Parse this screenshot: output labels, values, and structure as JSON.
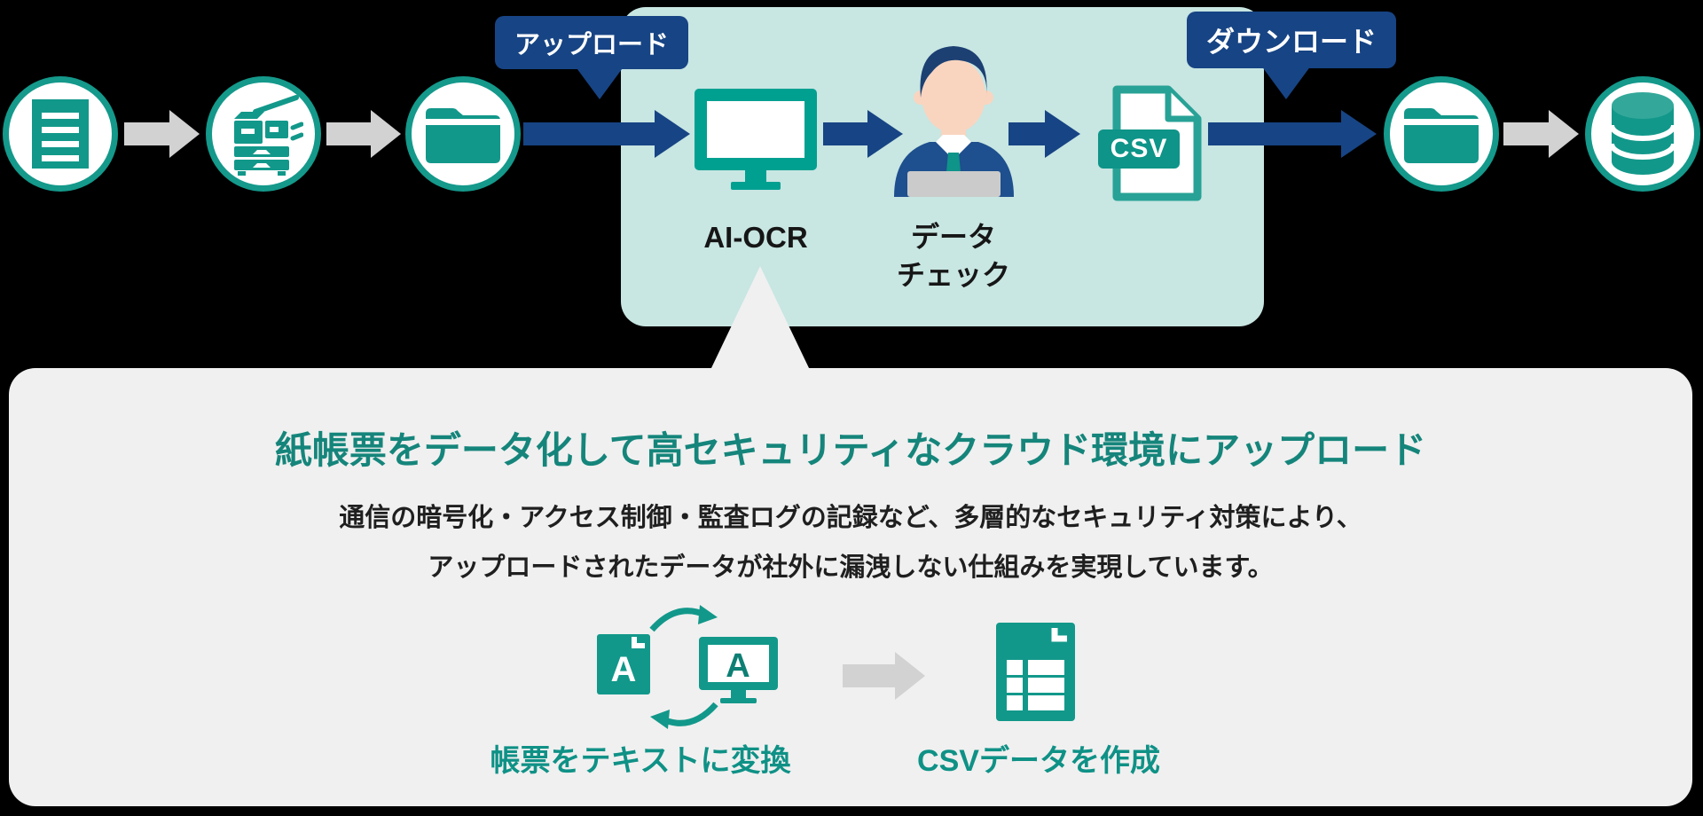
{
  "colors": {
    "teal": "#12988a",
    "teal_bright": "#00a091",
    "teal_panel_bg": "#c8e6e2",
    "navy": "#174484",
    "gray_arrow": "#d2d2d2",
    "callout_panel_bg": "#f0f0f0",
    "title_teal": "#15857b",
    "sub_label_teal": "#0f9186"
  },
  "flow": {
    "upload_badge": "アップロード",
    "download_badge": "ダウンロード",
    "ai_ocr_label": "AI-OCR",
    "data_check_line1": "データ",
    "data_check_line2": "チェック",
    "csv_file_badge": "CSV",
    "icons": [
      "document-icon",
      "copier-icon",
      "folder-icon",
      "ai-ocr-monitor-icon",
      "operator-icon",
      "csv-file-icon",
      "folder-icon",
      "database-icon"
    ]
  },
  "callout": {
    "title": "紙帳票をデータ化して高セキュリティなクラウド環境にアップロード",
    "body_line1": "通信の暗号化・アクセス制御・監査ログの記録など、多層的なセキュリティ対策により、",
    "body_line2": "アップロードされたデータが社外に漏洩しない仕組みを実現しています。",
    "convert": {
      "label": "帳票をテキストに変換",
      "doc_letter": "A",
      "monitor_letter": "A"
    },
    "create": {
      "label": "CSVデータを作成"
    }
  }
}
